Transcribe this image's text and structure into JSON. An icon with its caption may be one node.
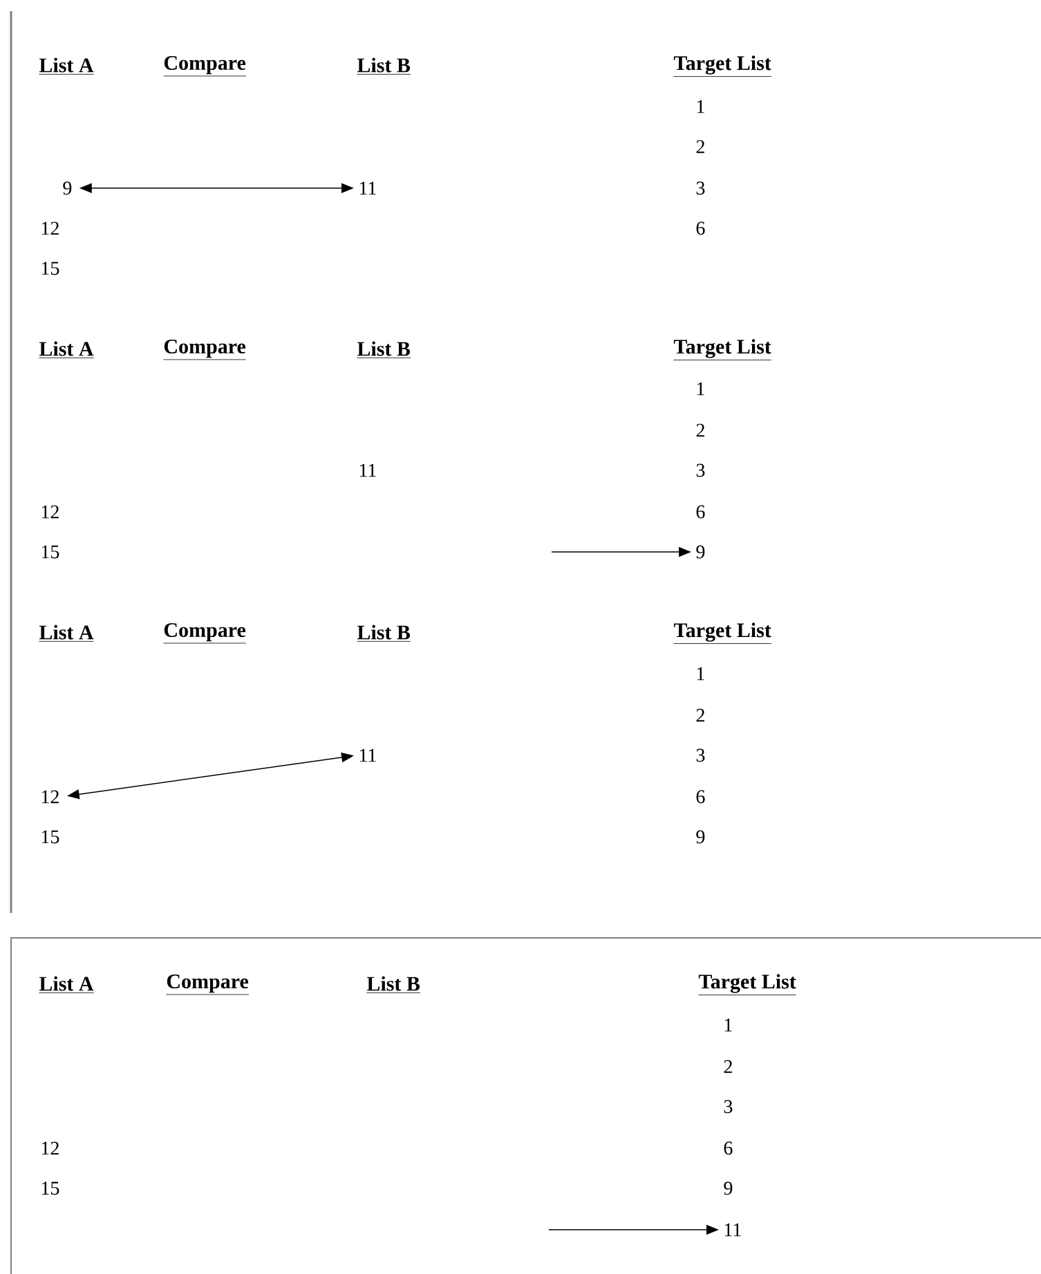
{
  "diagram": {
    "nodes": [
      {
        "text": [
          "9"
        ]
      },
      {
        "text": [
          "11"
        ]
      },
      {
        "text": [
          "9"
        ]
      },
      {
        "text": [
          "11"
        ]
      },
      {
        "text": [
          "12"
        ]
      },
      {
        "text": [
          "11"
        ]
      }
    ],
    "edges": [
      {
        "from": 0,
        "to": 1,
        "arrow": "both"
      },
      {
        "from": null,
        "to": 2,
        "arrow": "to"
      },
      {
        "from": 4,
        "to": 3,
        "arrow": "both"
      },
      {
        "from": null,
        "to": 5,
        "arrow": "to"
      }
    ],
    "labels": [
      "List A",
      "Compare",
      "List B",
      "Target List",
      "1",
      "2",
      "3",
      "12",
      "6",
      "15",
      "List A",
      "Compare",
      "List B",
      "Target List",
      "1",
      "2",
      "11",
      "3",
      "12",
      "6",
      "15",
      "List A",
      "Compare",
      "List B",
      "Target List",
      "1",
      "2",
      "3",
      "6",
      "15",
      "9",
      "List A",
      "Compare",
      "List B",
      "Target List",
      "1",
      "2",
      "3",
      "12",
      "6",
      "15",
      "9"
    ]
  }
}
